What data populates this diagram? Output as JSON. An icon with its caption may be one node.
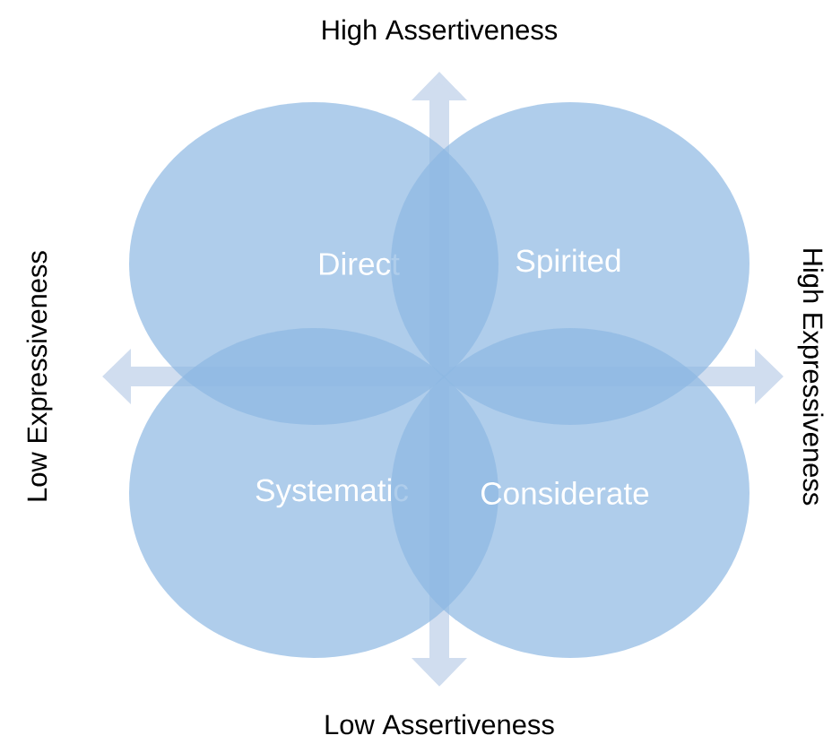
{
  "diagram": {
    "nodes": [
      {
        "text": [
          "Direct"
        ]
      },
      {
        "text": [
          "Spirited"
        ]
      },
      {
        "text": [
          "Systematic"
        ]
      },
      {
        "text": [
          "Considerate"
        ]
      }
    ],
    "labels": [
      "High Assertiveness",
      "Low Expressiveness",
      "High Expressiveness",
      "Low Assertiveness"
    ]
  }
}
